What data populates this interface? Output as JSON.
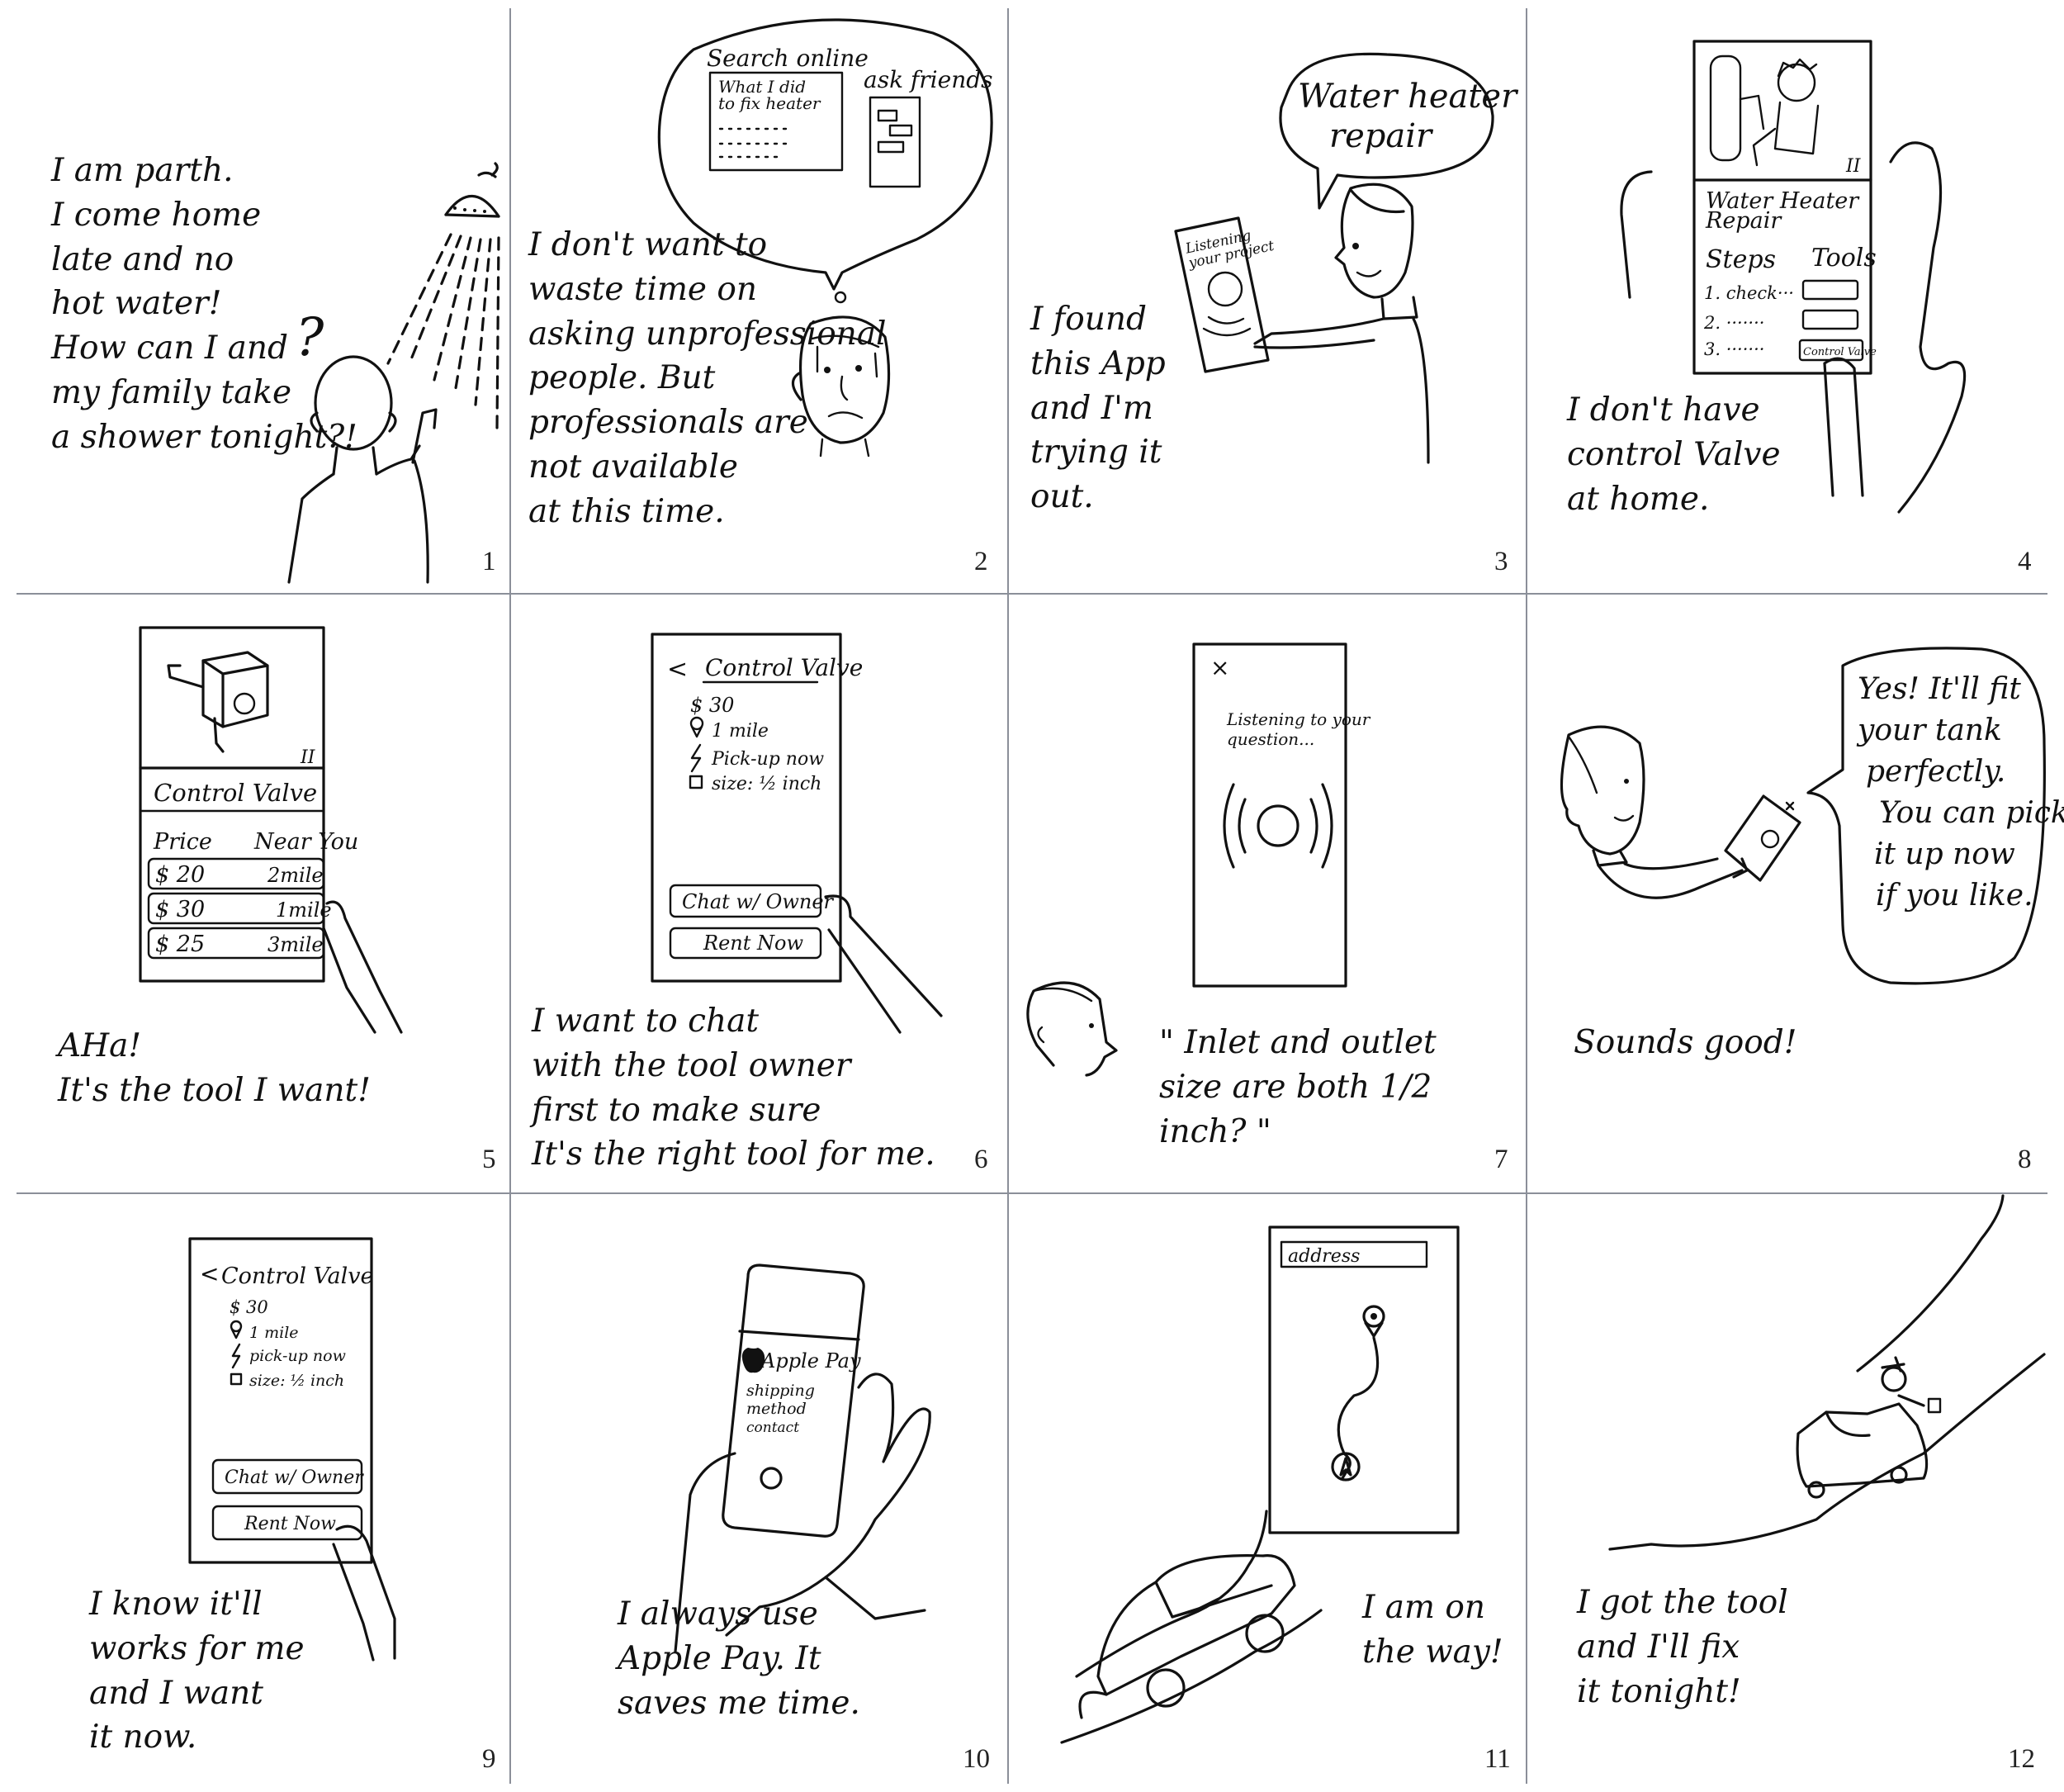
{
  "panels": [
    {
      "number": "1",
      "caption": "I am parth.\nI come home\nlate and no\nhot water!\nHow can I and\nmy family take\na shower tonight?!",
      "mark": "?"
    },
    {
      "number": "2",
      "caption": "I don't want to\nwaste time on\nasking unprofessional\npeople. But\nprofessionals are\nnot available\nat this time.",
      "bubble": {
        "title": "Search online",
        "card1": "What I did\nto fix heater",
        "card2": "ask friends"
      }
    },
    {
      "number": "3",
      "caption": "I found\nthis App\nand I'm\ntrying it\nout.",
      "speech": "Water heater\nrepair",
      "phone_label": "Listening\nyour project"
    },
    {
      "number": "4",
      "caption": "I don't have\ncontrol Valve\nat home.",
      "screen": {
        "title": "Water Heater\nRepair",
        "col1": "Steps",
        "col2": "Tools",
        "steps": [
          "1. check···",
          "2. ·······",
          "3. ·······"
        ],
        "tool_button": "Control Valve",
        "pause": "II"
      }
    },
    {
      "number": "5",
      "caption": "AHa!\nIt's the tool I want!",
      "screen": {
        "title": "Control   Valve",
        "col1": "Price",
        "col2": "Near You",
        "pause": "II",
        "rows": [
          {
            "price": "$ 20",
            "distance": "2mile"
          },
          {
            "price": "$ 30",
            "distance": "1mile"
          },
          {
            "price": "$ 25",
            "distance": "3mile"
          }
        ]
      }
    },
    {
      "number": "6",
      "caption": "I want to chat\nwith the tool owner\nfirst to make sure\nIt's the right tool for me.",
      "screen": {
        "back": "<",
        "title": "Control Valve",
        "price": "$ 30",
        "distance": "1 mile",
        "pickup": "Pick-up now",
        "size": "size: ½ inch",
        "btn_chat": "Chat w/ Owner",
        "btn_rent": "Rent Now"
      }
    },
    {
      "number": "7",
      "caption": "\" Inlet and outlet\nsize are both 1/2\ninch? \"",
      "screen": {
        "close": "×",
        "prompt": "Listening to your\nquestion..."
      }
    },
    {
      "number": "8",
      "caption": "Sounds good!",
      "speech": "Yes! It'll fit\nyour tank\nperfectly.\nYou can pick\nit up now\nif you like."
    },
    {
      "number": "9",
      "caption": "I know it'll\nworks for me\nand I want\nit now.",
      "screen": {
        "back": "<",
        "title": "Control Valve",
        "price": "$ 30",
        "distance": "1 mile",
        "pickup": "pick-up now",
        "size": "size: ½ inch",
        "btn_chat": "Chat w/ Owner",
        "btn_rent": "Rent Now"
      }
    },
    {
      "number": "10",
      "caption": "I always use\nApple Pay. It\nsaves me time.",
      "screen": {
        "pay": "Apple Pay",
        "line2": "shipping",
        "line3": "method",
        "line4": "contact"
      }
    },
    {
      "number": "11",
      "caption": "I am on\nthe way!",
      "screen": {
        "address": "address"
      }
    },
    {
      "number": "12",
      "caption": "I got the tool\nand I'll fix\nit tonight!"
    }
  ]
}
